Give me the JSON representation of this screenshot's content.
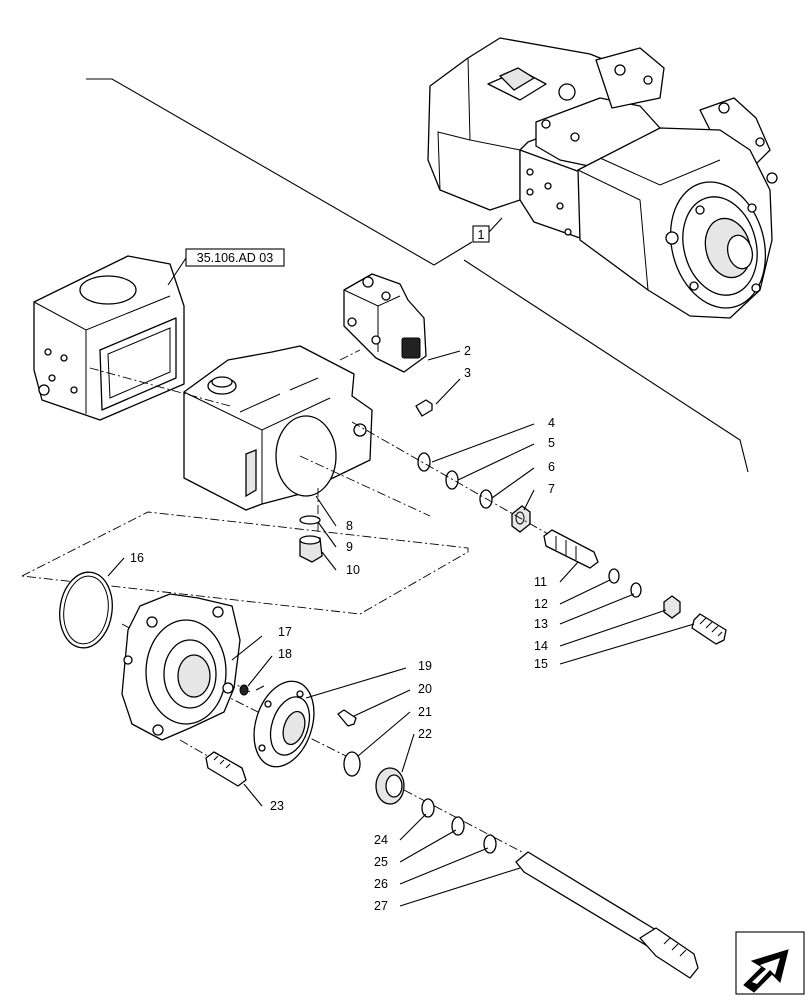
{
  "reference": {
    "label": "35.106.AD 03"
  },
  "assembly_marker": {
    "label": "1"
  },
  "callouts": [
    "2",
    "3",
    "4",
    "5",
    "6",
    "7",
    "8",
    "9",
    "10",
    "11",
    "12",
    "13",
    "14",
    "15",
    "16",
    "17",
    "18",
    "19",
    "20",
    "21",
    "22",
    "23",
    "24",
    "25",
    "26",
    "27"
  ],
  "nav_icon": {
    "name": "next-page-arrow-icon"
  }
}
